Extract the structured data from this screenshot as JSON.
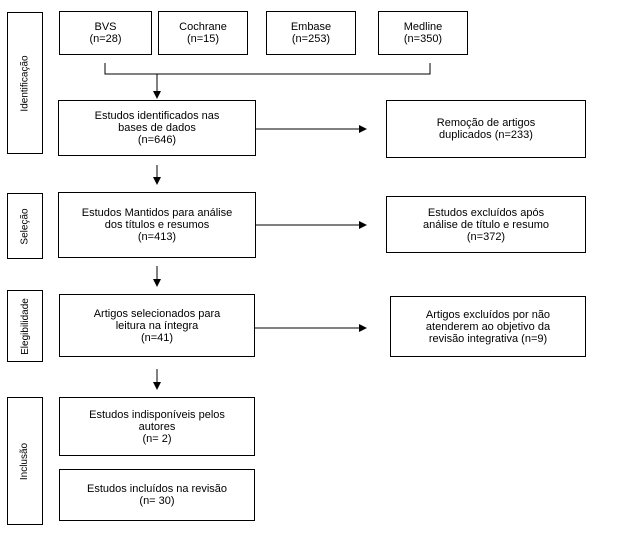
{
  "stages": {
    "identificacao": "Identificação",
    "selecao": "Seleção",
    "elegibilidade": "Elegibilidade",
    "inclusao": "Inclusão"
  },
  "sources": {
    "bvs": "BVS\n(n=28)",
    "cochrane": "Cochrane\n(n=15)",
    "embase": "Embase\n(n=253)",
    "medline": "Medline\n(n=350)"
  },
  "boxes": {
    "identified": "Estudos identificados nas\nbases de dados\n(n=646)",
    "duplicates_removed": "Remoção de artigos\nduplicados (n=233)",
    "kept": "Estudos Mantidos para análise\ndos títulos e resumos\n(n=413)",
    "excluded_title": "Estudos excluídos após\nanálise de título e resumo\n(n=372)",
    "selected": "Artigos selecionados para\nleitura na íntegra\n(n=41)",
    "excluded_objective": "Artigos excluídos por não\natenderem ao objetivo da\nrevisão integrativa (n=9)",
    "unavailable": "Estudos indisponíveis pelos\nautores\n(n= 2)",
    "included": "Estudos incluídos na revisão\n(n= 30)"
  }
}
